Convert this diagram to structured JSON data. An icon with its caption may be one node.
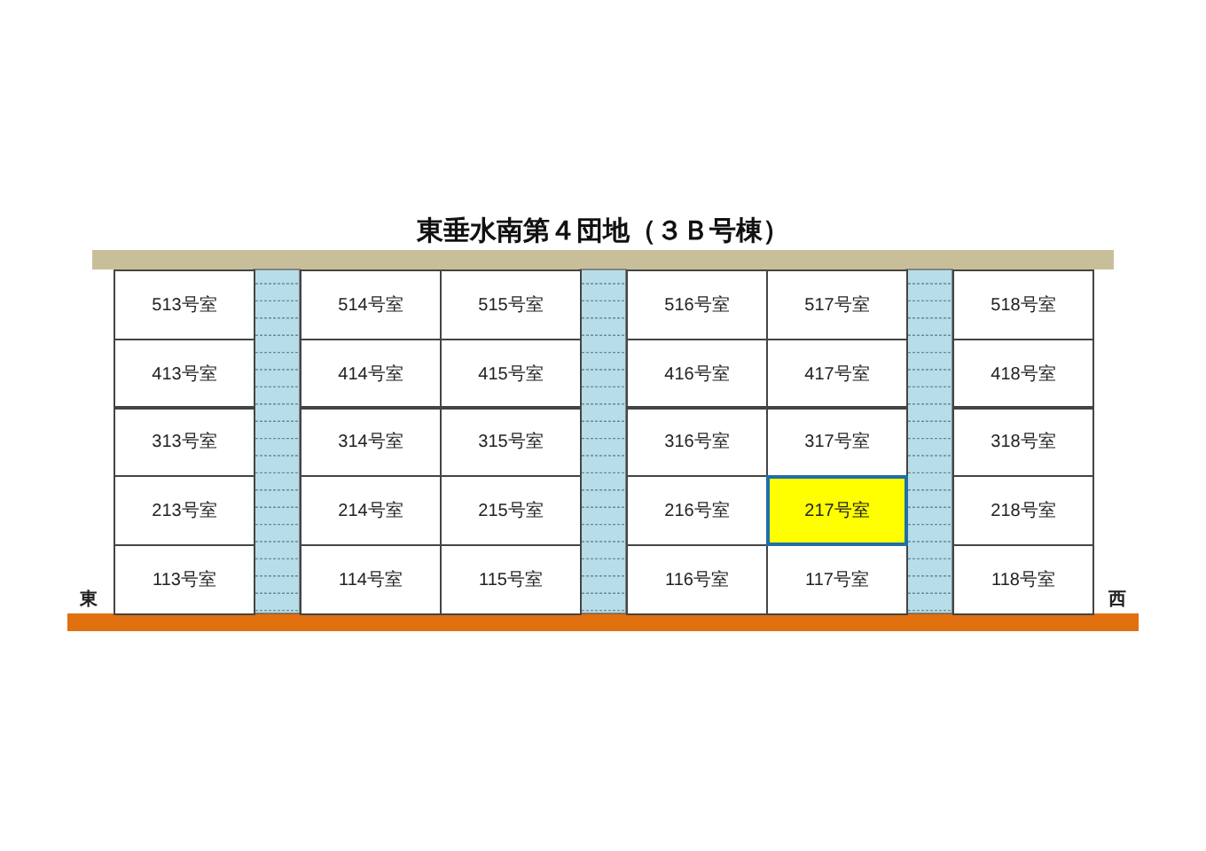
{
  "diagram": {
    "title": "東垂水南第４団地（３Ｂ号棟）",
    "nodes": [
      {
        "text": [
          "513号室"
        ]
      },
      {
        "text": [
          "514号室"
        ]
      },
      {
        "text": [
          "515号室"
        ]
      },
      {
        "text": [
          "516号室"
        ]
      },
      {
        "text": [
          "517号室"
        ]
      },
      {
        "text": [
          "518号室"
        ]
      },
      {
        "text": [
          "413号室"
        ]
      },
      {
        "text": [
          "414号室"
        ]
      },
      {
        "text": [
          "415号室"
        ]
      },
      {
        "text": [
          "416号室"
        ]
      },
      {
        "text": [
          "417号室"
        ]
      },
      {
        "text": [
          "418号室"
        ]
      },
      {
        "text": [
          "313号室"
        ]
      },
      {
        "text": [
          "314号室"
        ]
      },
      {
        "text": [
          "315号室"
        ]
      },
      {
        "text": [
          "316号室"
        ]
      },
      {
        "text": [
          "317号室"
        ]
      },
      {
        "text": [
          "318号室"
        ]
      },
      {
        "text": [
          "213号室"
        ]
      },
      {
        "text": [
          "214号室"
        ]
      },
      {
        "text": [
          "215号室"
        ]
      },
      {
        "text": [
          "216号室"
        ]
      },
      {
        "text": [
          "217号室"
        ]
      },
      {
        "text": [
          "218号室"
        ]
      },
      {
        "text": [
          "113号室"
        ]
      },
      {
        "text": [
          "114号室"
        ]
      },
      {
        "text": [
          "115号室"
        ]
      },
      {
        "text": [
          "116号室"
        ]
      },
      {
        "text": [
          "117号室"
        ]
      },
      {
        "text": [
          "118号室"
        ]
      }
    ],
    "labels": [
      "東",
      "西"
    ]
  }
}
